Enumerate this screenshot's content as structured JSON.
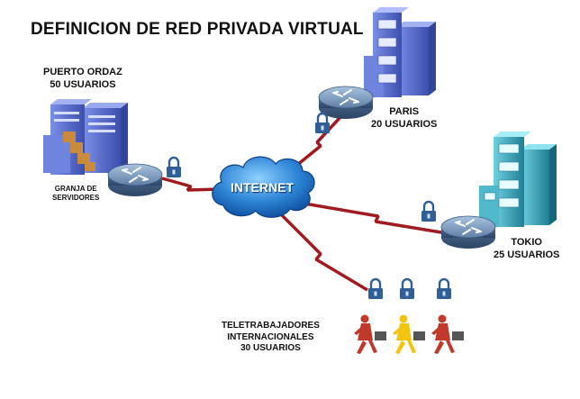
{
  "title": "DEFINICION DE RED PRIVADA VIRTUAL",
  "center": {
    "label": "INTERNET"
  },
  "sites": {
    "puerto_ordaz": {
      "name": "PUERTO ORDAZ",
      "users": "50 USUARIOS",
      "sublabel_1": "GRANJA DE",
      "sublabel_2": "SERVIDORES"
    },
    "paris": {
      "name": "PARIS",
      "users": "20 USUARIOS"
    },
    "tokio": {
      "name": "TOKIO",
      "users": "25 USUARIOS"
    },
    "teletrabajadores": {
      "line1": "TELETRABAJADORES",
      "line2": "INTERNACIONALES",
      "line3": "30 USUARIOS"
    }
  },
  "colors": {
    "link": "#a01a20",
    "cloud": "#2e86d6",
    "router": "#5f7fa5",
    "lock": "#2f5f96",
    "building_blue": "#5a6fcf",
    "building_teal": "#39a3b8",
    "worker_red": "#c0392b",
    "worker_yellow": "#f1c40f"
  },
  "icons": [
    "cloud-icon",
    "router-icon",
    "building-icon",
    "lock-icon",
    "server-farm-icon",
    "person-icon",
    "briefcase-icon"
  ]
}
